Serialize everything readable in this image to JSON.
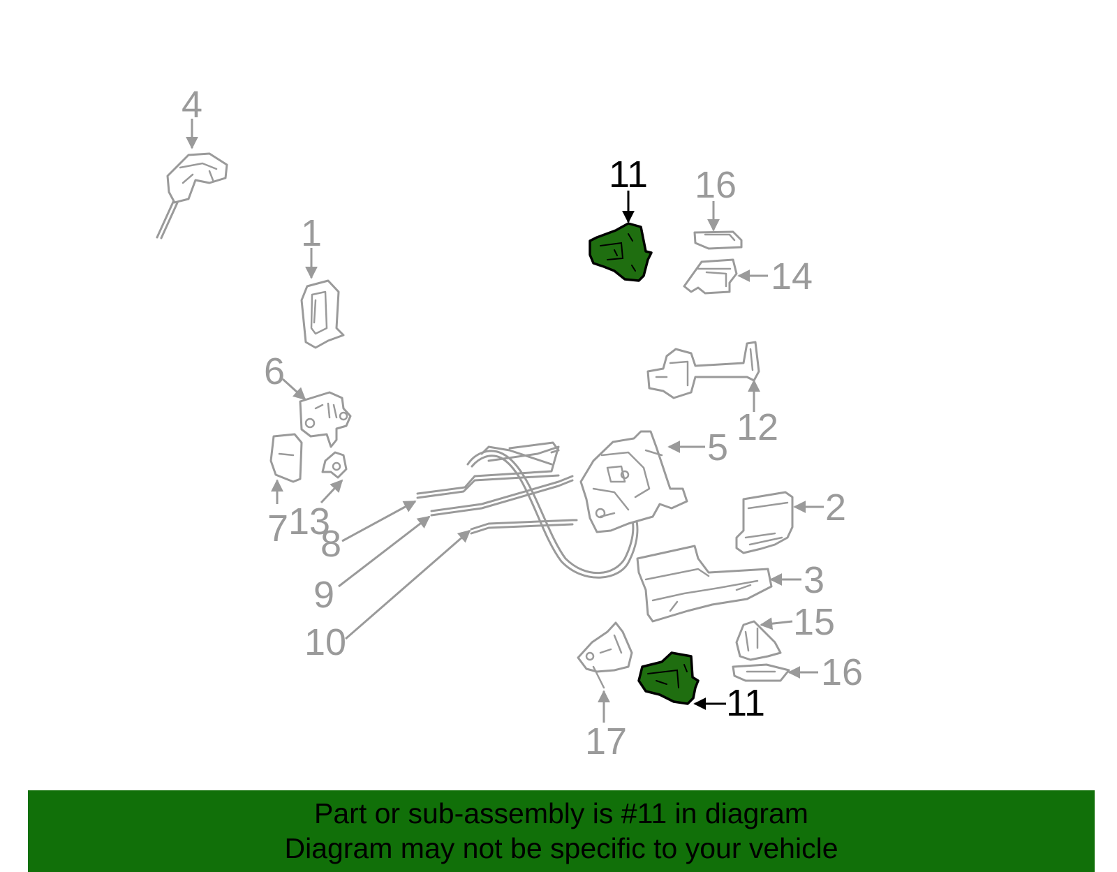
{
  "colors": {
    "highlight_fill": "#1f6e10",
    "banner_background": "#117009",
    "callout_gray": "#9a9a9a",
    "callout_active": "#000000"
  },
  "callouts": {
    "c1": "1",
    "c2": "2",
    "c3": "3",
    "c4": "4",
    "c5": "5",
    "c6": "6",
    "c7": "7",
    "c8": "8",
    "c9": "9",
    "c10": "10",
    "c11_top": "11",
    "c11_bottom": "11",
    "c12": "12",
    "c13": "13",
    "c14": "14",
    "c15": "15",
    "c16_top": "16",
    "c16_bottom": "16",
    "c17": "17"
  },
  "banner": {
    "line1": "Part or sub-assembly is #11 in diagram",
    "line2": "Diagram may not be specific to your vehicle"
  }
}
